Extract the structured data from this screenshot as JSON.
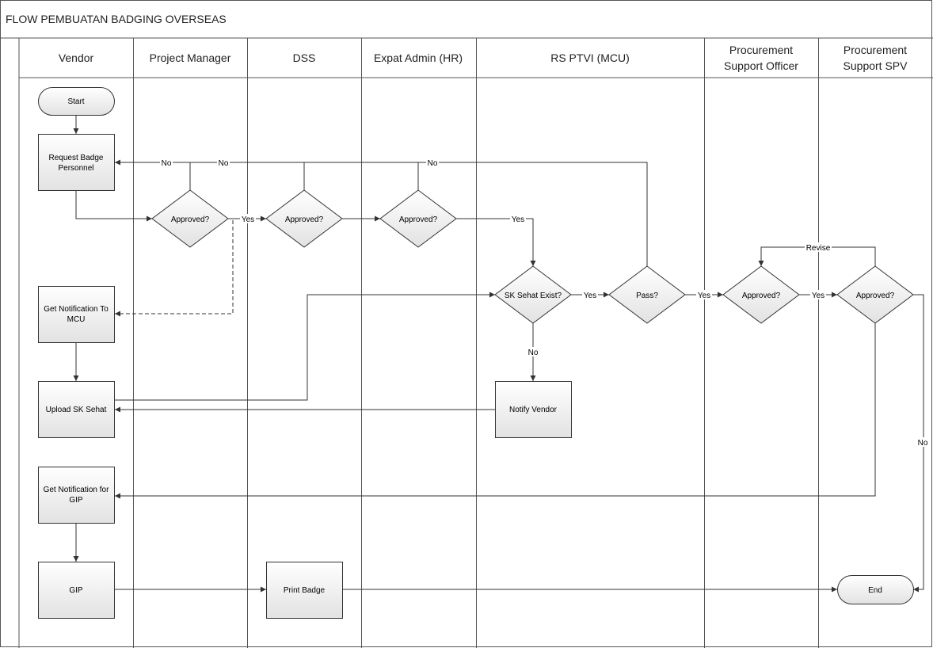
{
  "title": "FLOW PEMBUATAN BADGING OVERSEAS",
  "lanes": {
    "vendor": "Vendor",
    "pm": "Project Manager",
    "dss": "DSS",
    "expat": "Expat Admin (HR)",
    "rs": "RS PTVI (MCU)",
    "pso_1": "Procurement",
    "pso_2": "Support Officer",
    "spv_1": "Procurement",
    "spv_2": "Support SPV"
  },
  "nodes": {
    "start": "Start",
    "request_1": "Request Badge",
    "request_2": "Personnel",
    "pm_approved": "Approved?",
    "dss_approved": "Approved?",
    "hr_approved": "Approved?",
    "notif_mcu_1": "Get Notification To",
    "notif_mcu_2": "MCU",
    "upload": "Upload SK Sehat",
    "notif_gip_1": "Get Notification for",
    "notif_gip_2": "GIP",
    "gip": "GIP",
    "print": "Print Badge",
    "sk_exist": "SK Sehat Exist?",
    "pass": "Pass?",
    "notify_vendor": "Notify Vendor",
    "pso_approved": "Approved?",
    "spv_approved": "Approved?",
    "end": "End"
  },
  "connectors": {
    "no": "No",
    "yes": "Yes",
    "revise": "Revise"
  },
  "colors": {
    "border": "#555555",
    "shape_fill_top": "#ffffff",
    "shape_fill_bottom": "#e4e4e4",
    "line": "#333333"
  }
}
